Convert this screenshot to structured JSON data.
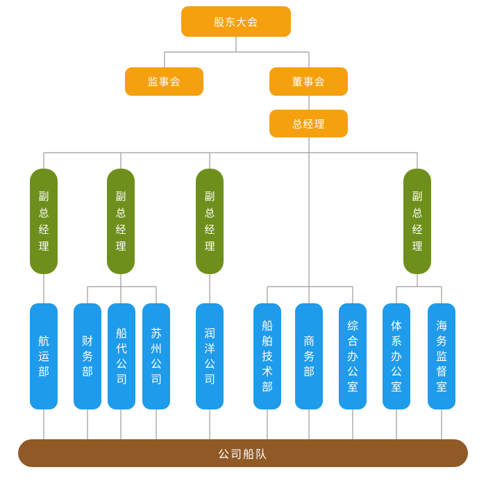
{
  "top": {
    "shareholders": "股东大会",
    "supervisors": "监事会",
    "board": "董事会",
    "gm": "总经理"
  },
  "vps": [
    "副总经理",
    "副总经理",
    "副总经理",
    "副总经理"
  ],
  "departments": [
    "航运部",
    "财务部",
    "船代公司",
    "苏州公司",
    "润洋公司",
    "船舶技术部",
    "商务部",
    "综合办公室",
    "体系办公室",
    "海务监督室"
  ],
  "fleet": "公司船队"
}
